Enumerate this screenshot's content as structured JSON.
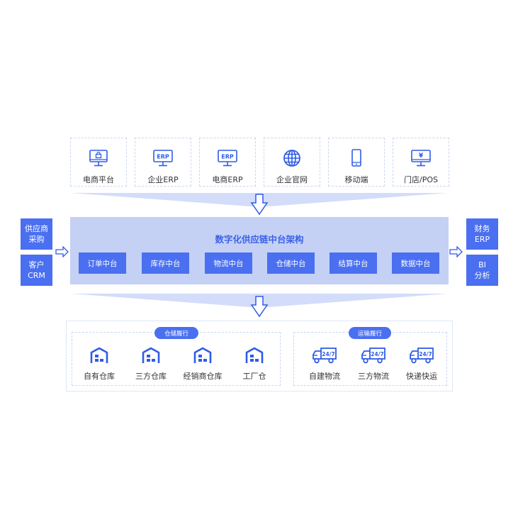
{
  "sources": [
    {
      "label": "电商平台",
      "icon": "monitor-shopping-bag-icon"
    },
    {
      "label": "企业ERP",
      "icon": "monitor-erp-icon",
      "icon_text": "ERP"
    },
    {
      "label": "电商ERP",
      "icon": "monitor-erp-icon",
      "icon_text": "ERP"
    },
    {
      "label": "企业官网",
      "icon": "globe-icon"
    },
    {
      "label": "移动端",
      "icon": "mobile-phone-icon"
    },
    {
      "label": "门店/POS",
      "icon": "monitor-yen-icon",
      "icon_text": "¥"
    }
  ],
  "core": {
    "title": "数字化供应链中台架构",
    "modules": [
      "订单中台",
      "库存中台",
      "物流中台",
      "仓储中台",
      "结算中台",
      "数据中台"
    ]
  },
  "inputs": [
    {
      "line1": "供应商",
      "line2": "采购"
    },
    {
      "line1": "客户",
      "line2": "CRM"
    }
  ],
  "outputs": [
    {
      "line1": "财务",
      "line2": "ERP"
    },
    {
      "line1": "BI",
      "line2": "分析"
    }
  ],
  "fulfillment": {
    "warehouse": {
      "title": "仓储履行",
      "items": [
        "自有仓库",
        "三方仓库",
        "经销商仓库",
        "工厂仓"
      ],
      "icon": "warehouse-icon"
    },
    "transport": {
      "title": "运输履行",
      "items": [
        "自建物流",
        "三方物流",
        "快递快运"
      ],
      "icon": "delivery-truck-24-7-icon",
      "icon_text": "24/7"
    }
  },
  "colors": {
    "accent": "#4a6ff0",
    "icon_blue": "#2f5be6",
    "panel": "#c4d1f5",
    "funnel": "#d3ddfa",
    "border": "#c9d6ef"
  }
}
